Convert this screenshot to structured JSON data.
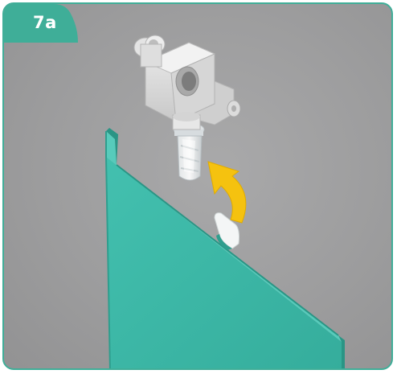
{
  "step": {
    "label": "7a"
  },
  "colors": {
    "frame_border": "#3fae98",
    "badge_fill": "#3fae98",
    "rail": "#3fb9a8",
    "rail_edge": "#2a9585",
    "rail_lip": "#57cbbb",
    "arrow": "#f5c20f",
    "bracket": "#d9d9d9",
    "background": "#9e9e9f"
  },
  "icons": {
    "arrow": "curved-arrow-icon",
    "bracket": "wall-bracket",
    "clip": "transparent-clip",
    "rail": "rail-panel"
  }
}
